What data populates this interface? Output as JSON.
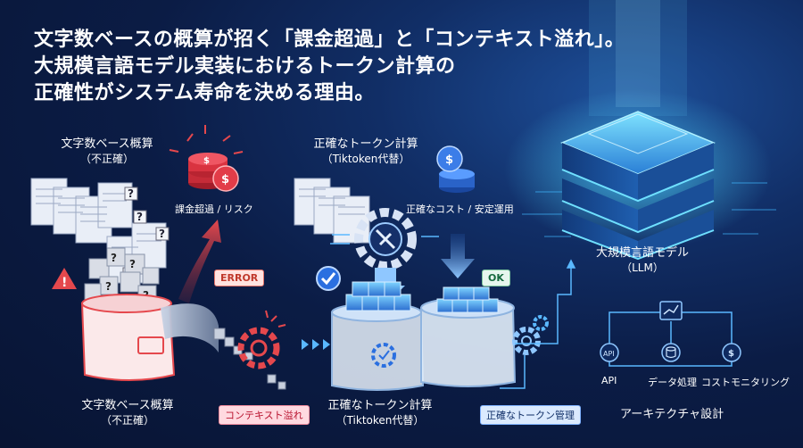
{
  "headline": {
    "line1": "文字数ベースの概算が招く「課金超過」と「コンテキスト溢れ」。",
    "line2": "大規模言語モデル実装におけるトークン計算の",
    "line3": "正確性がシステム寿命を決める理由。"
  },
  "left_top": {
    "title": "文字数ベース概算",
    "sub": "（不正確）"
  },
  "left_bottom": {
    "title": "文字数ベース概算",
    "sub": "（不正確）"
  },
  "risk_label": "課金超過 / リスク",
  "error_tag": "ERROR",
  "overflow_tag": "コンテキスト溢れ",
  "mid_top": {
    "title": "正確なトークン計算",
    "sub": "（Tiktoken代替）"
  },
  "mid_bottom": {
    "title": "正確なトークン計算",
    "sub": "（Tiktoken代替）"
  },
  "stable_label": "正確なコスト / 安定運用",
  "ok_tag": "OK",
  "token_mgmt_tag": "正確なトークン管理",
  "llm": {
    "title": "大規模言語モデル",
    "sub": "（LLM）"
  },
  "arch": {
    "api": "API",
    "data": "データ処理",
    "cost": "コストモニタリング",
    "title": "アーキテクチャ設計"
  },
  "colors": {
    "accent_cyan": "#3fd4ff",
    "error_red": "#e5484d",
    "ok_green": "#2eaa6a"
  }
}
